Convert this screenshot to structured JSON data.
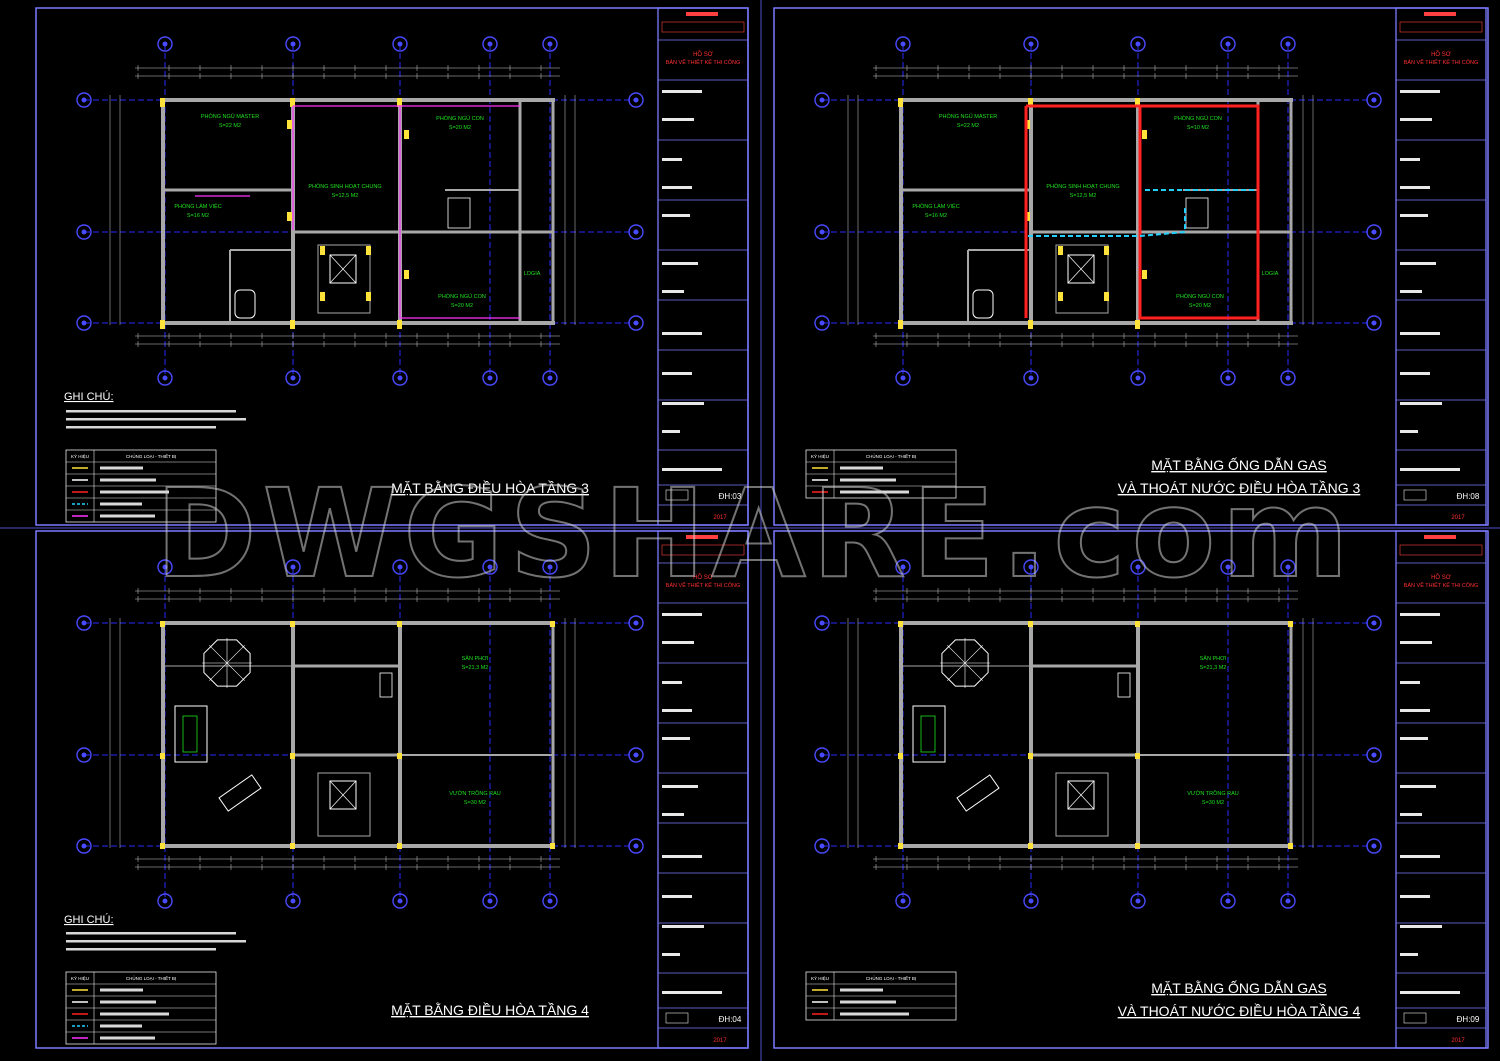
{
  "watermark": "DWGSHARE.com",
  "colors": {
    "background": "#000000",
    "frame": "#7a7aff",
    "grid": "#2a2aff",
    "wall": "#a8a8a8",
    "room_text": "#1ee31e",
    "gas_pipe": "#ff2020",
    "drain_pipe": "#22d0ff",
    "power_line": "#ff33ff",
    "unit": "#ffe23a"
  },
  "sheets": [
    {
      "title_lines": [
        "MẶT BẰNG ĐIỀU HÒA TẦNG 3"
      ],
      "note_heading": "GHI CHÚ:",
      "legend_header": [
        "KÝ HIỆU",
        "CHỦNG LOẠI - THIẾT BỊ"
      ],
      "titleblock": {
        "company": "HỒ SƠ",
        "stage": "BẢN VẼ THIẾT KẾ THI CÔNG",
        "sheet_no": "ĐH:03",
        "year": "2017"
      },
      "rooms": [
        {
          "name": "PHÒNG NGỦ MASTER",
          "area": "S=22 M2"
        },
        {
          "name": "PHÒNG SINH HOẠT CHUNG",
          "area": "S=12,5 M2"
        },
        {
          "name": "PHÒNG NGỦ CON",
          "area": "S=20 M2"
        },
        {
          "name": "PHÒNG LÀM VIỆC",
          "area": "S=16 M2"
        },
        {
          "name": "PHÒNG NGỦ CON",
          "area": "S=20 M2"
        },
        {
          "name": "LOGIA",
          "area": ""
        }
      ]
    },
    {
      "title_lines": [
        "MẶT BẰNG ỐNG DẪN GAS",
        "VÀ THOÁT NƯỚC ĐIỀU HÒA TẦNG 3"
      ],
      "note_heading": "",
      "legend_header": [
        "KÝ HIỆU",
        "CHỦNG LOẠI - THIẾT BỊ"
      ],
      "titleblock": {
        "company": "HỒ SƠ",
        "stage": "BẢN VẼ THIẾT KẾ THI CÔNG",
        "sheet_no": "ĐH:08",
        "year": "2017"
      },
      "rooms": [
        {
          "name": "PHÒNG NGỦ MASTER",
          "area": "S=22 M2"
        },
        {
          "name": "PHÒNG SINH HOẠT CHUNG",
          "area": "S=12,5 M2"
        },
        {
          "name": "PHÒNG NGỦ CON",
          "area": "S=10 M2"
        },
        {
          "name": "PHÒNG LÀM VIỆC",
          "area": "S=16 M2"
        },
        {
          "name": "PHÒNG NGỦ CON",
          "area": "S=20 M2"
        },
        {
          "name": "LOGIA",
          "area": ""
        }
      ]
    },
    {
      "title_lines": [
        "MẶT BẰNG ĐIỀU HÒA TẦNG 4"
      ],
      "note_heading": "GHI CHÚ:",
      "legend_header": [
        "KÝ HIỆU",
        "CHỦNG LOẠI - THIẾT BỊ"
      ],
      "titleblock": {
        "company": "HỒ SƠ",
        "stage": "BẢN VẼ THIẾT KẾ THI CÔNG",
        "sheet_no": "ĐH:04",
        "year": "2017"
      },
      "rooms": [
        {
          "name": "SÂN PHƠI",
          "area": "S=21,3 M2"
        },
        {
          "name": "VƯỜN TRỒNG RAU",
          "area": "S=30 M2"
        }
      ]
    },
    {
      "title_lines": [
        "MẶT BẰNG ỐNG DẪN GAS",
        "VÀ THOÁT NƯỚC ĐIỀU HÒA TẦNG 4"
      ],
      "note_heading": "",
      "legend_header": [
        "KÝ HIỆU",
        "CHỦNG LOẠI - THIẾT BỊ"
      ],
      "titleblock": {
        "company": "HỒ SƠ",
        "stage": "BẢN VẼ THIẾT KẾ THI CÔNG",
        "sheet_no": "ĐH:09",
        "year": "2017"
      },
      "rooms": [
        {
          "name": "SÂN PHƠI",
          "area": "S=21,3 M2"
        },
        {
          "name": "VƯỜN TRỒNG RAU",
          "area": "S=30 M2"
        }
      ]
    }
  ]
}
